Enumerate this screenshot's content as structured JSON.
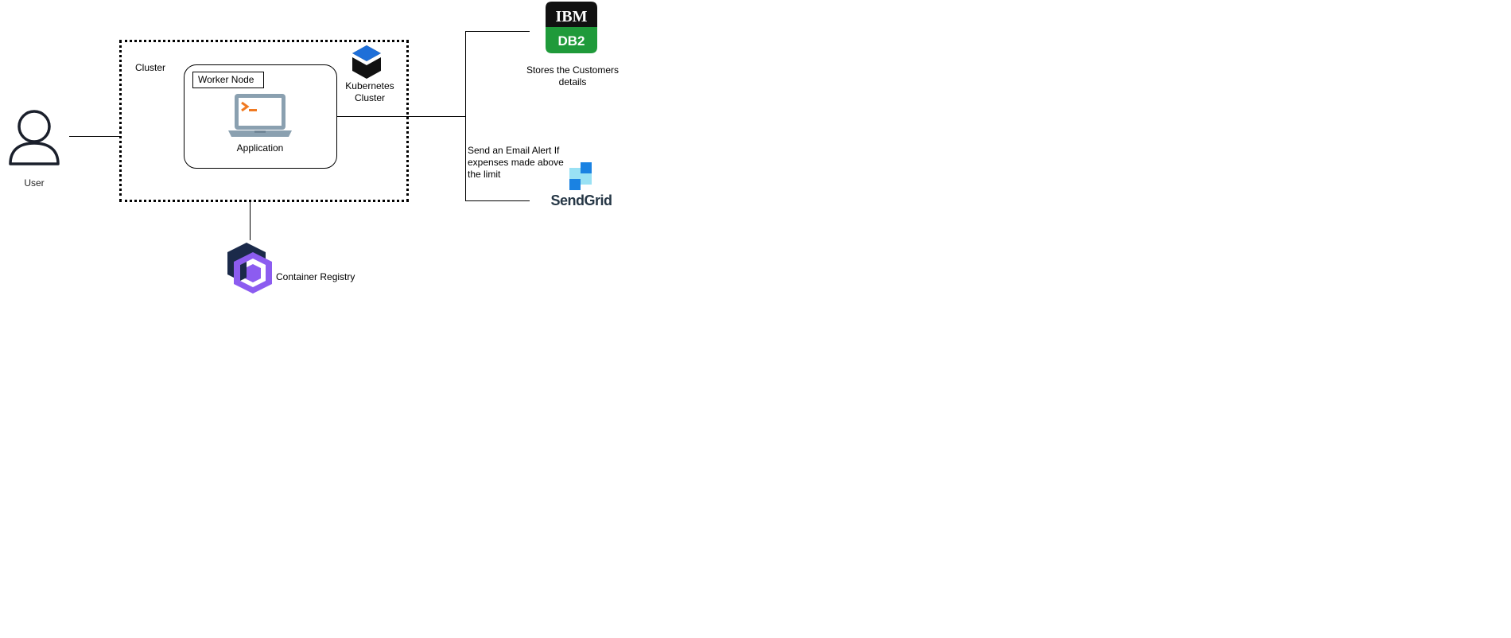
{
  "nodes": {
    "user": {
      "label": "User"
    },
    "cluster": {
      "label": "Cluster"
    },
    "worker_node": {
      "label": "Worker Node"
    },
    "application": {
      "label": "Application"
    },
    "kubernetes": {
      "label_line1": "Kubernetes",
      "label_line2": "Cluster"
    },
    "db2": {
      "logo_top": "IBM",
      "logo_bottom": "DB2",
      "label_line1": "Stores the Customers",
      "label_line2": "details"
    },
    "sendgrid": {
      "logo_text": "SendGrid"
    },
    "email_note": {
      "line1": "Send an Email Alert If",
      "line2": "expenses made above",
      "line3": "the limit"
    },
    "registry": {
      "label": "Container Registry"
    }
  },
  "icons": {
    "user": "person-outline-icon",
    "application": "laptop-terminal-icon",
    "kubernetes": "kubernetes-cube-icon",
    "db2": "ibm-db2-logo-icon",
    "sendgrid": "sendgrid-logo-icon",
    "registry": "container-registry-icon"
  },
  "colors": {
    "db2_top": "#111111",
    "db2_bottom": "#1f9a3a",
    "kube_blue": "#1f6fd8",
    "laptop_gray": "#8aa0b0",
    "terminal_orange": "#f07a22",
    "sendgrid_blue": "#1a82e2",
    "sendgrid_light": "#99e1f4",
    "sendgrid_text": "#263746",
    "registry_dark": "#1b2a4a",
    "registry_purple": "#8c5cf0"
  }
}
